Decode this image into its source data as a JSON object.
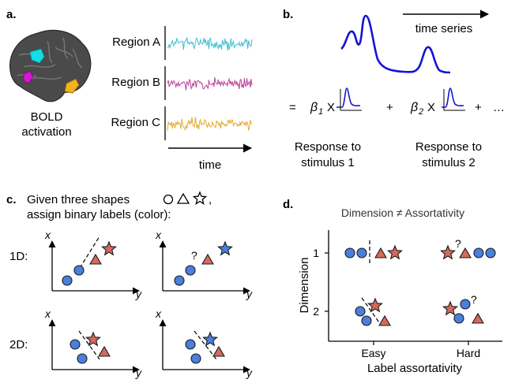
{
  "panel_a": {
    "label": "a.",
    "caption_line1": "BOLD",
    "caption_line2": "activation",
    "regions": [
      "Region A",
      "Region B",
      "Region C"
    ],
    "axis_label": "time",
    "region_colors": [
      "#2fb7c9",
      "#b82d8f",
      "#e0a21a"
    ]
  },
  "panel_b": {
    "label": "b.",
    "time_series_label": "time series",
    "equals": "=",
    "beta1": "β",
    "beta1_sub": "1",
    "beta2": "β",
    "beta2_sub": "2",
    "times": "X",
    "plus": "+",
    "ellipsis": "…",
    "response1_line1": "Response to",
    "response1_line2": "stimulus 1",
    "response2_line1": "Response to",
    "response2_line2": "stimulus 2",
    "curve_color": "#1414d6"
  },
  "panel_c": {
    "label": "c.",
    "intro_line1": "Given three shapes",
    "intro_line2": "assign binary labels (color):",
    "row1_label": "1D:",
    "row2_label": "2D:",
    "x_axis": "x",
    "y_axis": "y",
    "question": "?",
    "comma": ","
  },
  "panel_d": {
    "label": "d.",
    "title": "Dimension ≠ Assortativity",
    "ylabel": "Dimension",
    "xlabel": "Label assortativity",
    "y_ticks": [
      "1",
      "2"
    ],
    "x_ticks": [
      "Easy",
      "Hard"
    ],
    "question": "?"
  },
  "colors": {
    "blue": "#4a7fdc",
    "red": "#d46a5c",
    "stroke": "#1a1a1a"
  }
}
